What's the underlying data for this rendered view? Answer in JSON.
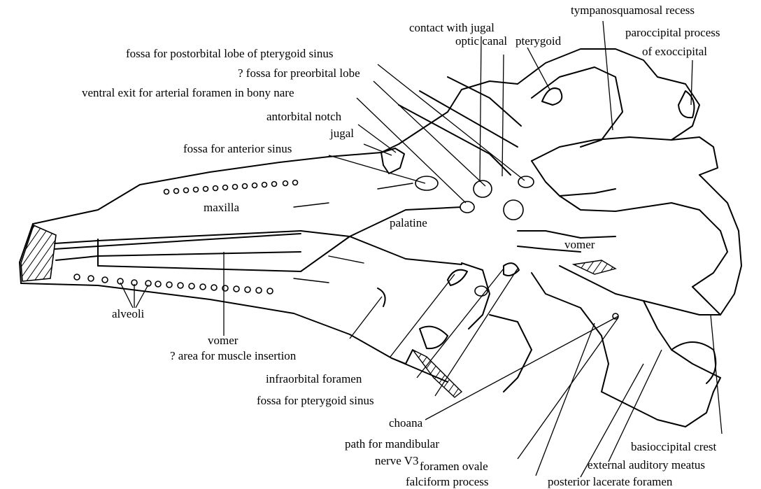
{
  "labels": {
    "contact_with_jugal": "contact with jugal",
    "tympanosquamosal_recess": "tympanosquamosal recess",
    "pterygoid": "pterygoid",
    "paroccipital_process_1": "paroccipital process",
    "paroccipital_process_2": "of exoccipital",
    "fossa_postorbital": "fossa for postorbital  lobe of pterygoid sinus",
    "optic_canal": "optic canal",
    "fossa_preorbital": "? fossa for preorbital lobe",
    "ventral_exit": "ventral exit for arterial foramen in bony nare",
    "antorbital_notch": "antorbital notch",
    "jugal": "jugal",
    "fossa_anterior_sinus": "fossa for anterior sinus",
    "maxilla": "maxilla",
    "palatine": "palatine",
    "vomer_right": "vomer",
    "alveoli": "alveoli",
    "vomer_bottom": "vomer",
    "area_muscle": "? area for muscle insertion",
    "infraorbital_foramen": "infraorbital foramen",
    "fossa_pterygoid_sinus": "fossa for pterygoid sinus",
    "choana": "choana",
    "path_mandibular_1": "path for mandibular",
    "path_mandibular_2": "nerve V3",
    "basioccipital_crest": "basioccipital crest",
    "foramen_ovale": "foramen ovale",
    "external_auditory_meatus": "external auditory meatus",
    "falciform_process": "falciform process",
    "posterior_lacerate_foramen": "posterior lacerate foramen"
  }
}
